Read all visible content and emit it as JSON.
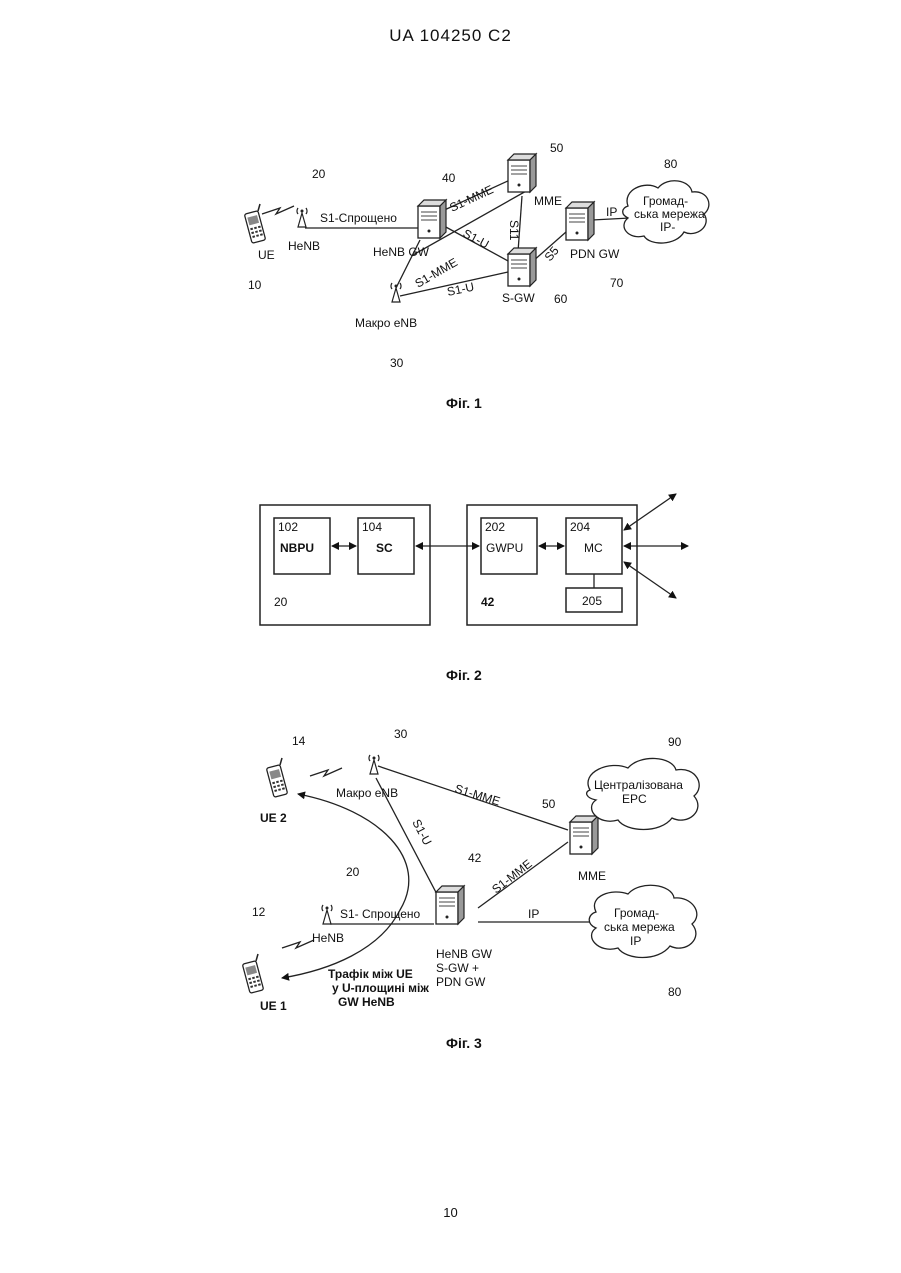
{
  "header": "UA   104250   C2",
  "page_number": "10",
  "fig1": {
    "caption": "Фіг. 1",
    "ue_label": "UE",
    "ue_num": "10",
    "henb_label": "HeNB",
    "henb_num": "20",
    "link_s1_simplified": "S1-Спрощено",
    "henb_gw_label": "HeNB GW",
    "henb_gw_num": "40",
    "mme_label": "MME",
    "mme_num": "50",
    "s1_mme_top": "S1-MME",
    "s1_u_mid": "S1-U",
    "s11": "S11",
    "s1_mme_low": "S1-MME",
    "s1_u_low": "S1-U",
    "sgw_label": "S-GW",
    "sgw_num": "60",
    "s5": "S5",
    "pdngw_label": "PDN GW",
    "pdngw_num": "70",
    "ip": "IP",
    "cloud_line1": "Громад-",
    "cloud_line2": "ська мережа",
    "cloud_line3": "IP-",
    "cloud_num": "80",
    "macro_label": "Макро  eNB",
    "macro_num": "30"
  },
  "fig2": {
    "caption": "Фіг. 2",
    "b102_num": "102",
    "b102_label": "NBPU",
    "b104_num": "104",
    "b104_label": "SC",
    "outer_left_num": "20",
    "b202_num": "202",
    "b202_label": "GWPU",
    "b204_num": "204",
    "b204_label": "MC",
    "outer_right_num": "42",
    "b205_num": "205"
  },
  "fig3": {
    "caption": "Фіг. 3",
    "ue2_label": "UE 2",
    "ue2_num": "14",
    "macro_label": "Макро  eNB",
    "macro_num": "30",
    "s1_mme_top": "S1-MME",
    "epc_line1": "Централізована",
    "epc_line2": "EPC",
    "epc_num": "90",
    "mme_num": "50",
    "mme_label": "MME",
    "s1_u": "S1-U",
    "gw_num": "42",
    "s1_mme_low": "S1-MME",
    "henb_num": "20",
    "link_s1_simplified": "S1- Спрощено",
    "henb_label": "HeNB",
    "ip": "IP",
    "cloud_line1": "Громад-",
    "cloud_line2": "ська мережа",
    "cloud_line3": "IP",
    "cloud_num": "80",
    "ue1_num": "12",
    "ue1_label": "UE 1",
    "gw_line1": "HeNB GW",
    "gw_line2": "S-GW +",
    "gw_line3": "PDN GW",
    "traffic_line1": "Трафік між UE",
    "traffic_line2": "у U-площині між",
    "traffic_line3": "GW HeNB"
  }
}
